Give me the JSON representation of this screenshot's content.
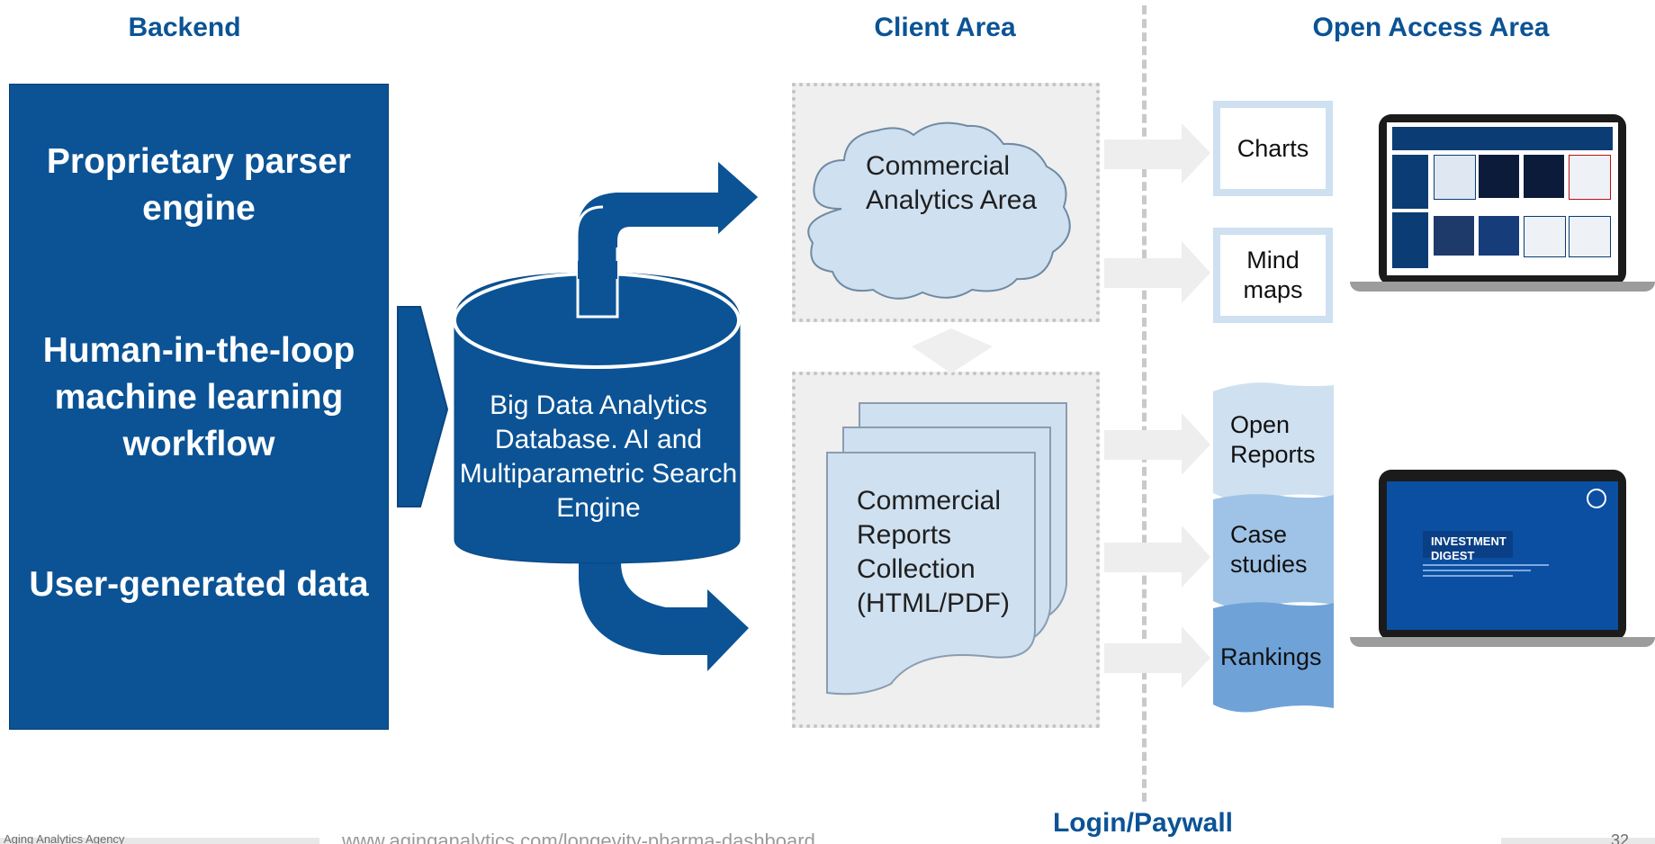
{
  "headings": {
    "backend": "Backend",
    "client_area": "Client Area",
    "open_access_area": "Open Access Area",
    "login_paywall": "Login/Paywall"
  },
  "backend_box": {
    "item1": "Proprietary parser engine",
    "item2": "Human-in-the-loop machine learning workflow",
    "item3": "User-generated data"
  },
  "database": {
    "label": "Big Data Analytics Database. AI and Multiparametric Search Engine"
  },
  "client": {
    "cloud_label": "Commercial Analytics Area",
    "reports_label": "Commercial Reports Collection (HTML/PDF)"
  },
  "open_access": {
    "charts": "Charts",
    "mind_maps": "Mind maps",
    "open_reports": "Open Reports",
    "case_studies": "Case studies",
    "rankings": "Rankings"
  },
  "laptop2": {
    "title": "INVESTMENT DIGEST"
  },
  "footer": {
    "url": "www.aginganalytics.com/longevity-pharma-dashboard",
    "left_text": "Aging Analytics Agency",
    "page": "32"
  },
  "colors": {
    "brand_blue": "#0b5395",
    "light_blue": "#cfe0f0",
    "mid_blue": "#9fc3e6",
    "zone_gray": "#efefef"
  }
}
